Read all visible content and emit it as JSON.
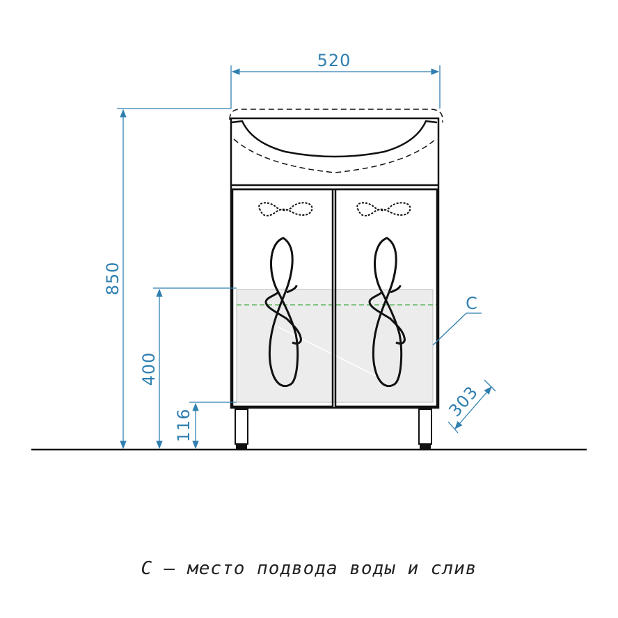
{
  "dimensions": {
    "width": "520",
    "height_total": "850",
    "connection_height": "400",
    "leg_height": "116",
    "depth": "303",
    "connection_label": "C"
  },
  "caption": "C – место подвода воды и слив",
  "colors": {
    "dimension": "#2f7fb0",
    "outline": "#111111",
    "zone_fill": "#ececec",
    "zone_line": "#5fb65f"
  }
}
